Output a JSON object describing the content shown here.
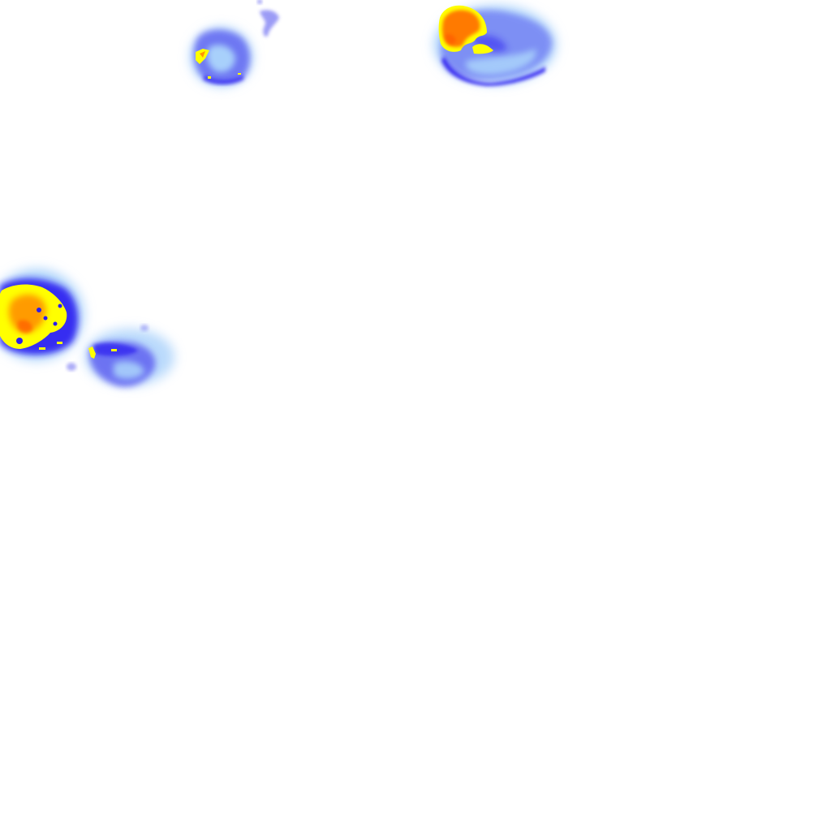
{
  "image": {
    "kind": "pseudo-color fluorescence micrograph",
    "background": "#ffffff",
    "palette": {
      "halo": "#a8d0fb",
      "low": "#5a5af0",
      "mid": "#2a1af0",
      "high": "#ffff00",
      "peak": "#ff7a00",
      "core": "#ff5a00"
    },
    "cells": [
      {
        "id": "cell-top-left",
        "intensity": "low",
        "hot_spot": true
      },
      {
        "id": "cell-top-left-fragment",
        "intensity": "very-low",
        "hot_spot": false
      },
      {
        "id": "cell-top-right",
        "intensity": "high",
        "hot_spot": true
      },
      {
        "id": "cell-mid-left",
        "intensity": "high",
        "hot_spot": true
      },
      {
        "id": "cell-mid-left-small",
        "intensity": "low",
        "hot_spot": true
      }
    ]
  }
}
